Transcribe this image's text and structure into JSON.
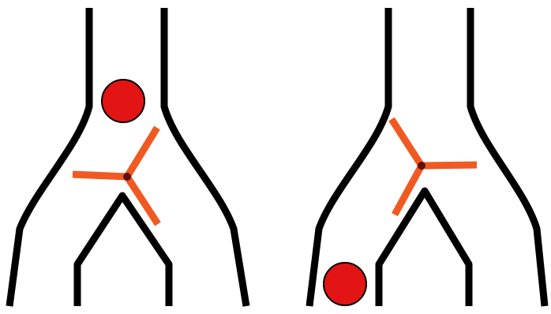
{
  "colors": {
    "wall": "#000000",
    "flipper": "#f05a22",
    "hub": "#5a1010",
    "ball": "#e31414",
    "ball_outline": "#000000",
    "background": "#ffffff"
  },
  "panels": [
    {
      "name": "left",
      "flipper_state": "tilted-left",
      "ball_location": "main-channel",
      "icons": [
        "y-channel-icon",
        "flipper-icon",
        "ball-icon"
      ]
    },
    {
      "name": "right",
      "flipper_state": "tilted-right",
      "ball_location": "left-branch",
      "icons": [
        "y-channel-icon",
        "flipper-icon",
        "ball-icon"
      ]
    }
  ]
}
